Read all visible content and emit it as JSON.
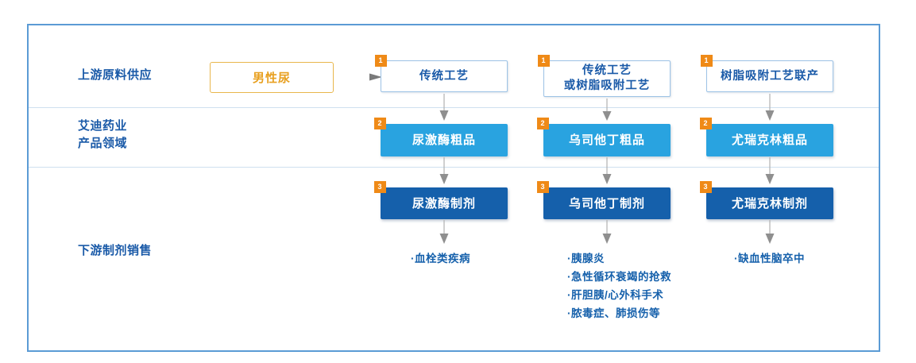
{
  "frame": {
    "accent_blue": "#5b9bd5",
    "divider_color": "#cfe0ef"
  },
  "row_labels": {
    "upstream": "上游原料供应",
    "midstream": "艾迪药业\n产品领域",
    "downstream": "下游制剂销售"
  },
  "source": {
    "label": "男性尿",
    "border_color": "#e8b64c",
    "text_color": "#e8a020"
  },
  "columns": [
    {
      "id": "col-1",
      "process": {
        "badge": "1",
        "label": "传统工艺"
      },
      "crude": {
        "badge": "2",
        "label": "尿激酶粗品"
      },
      "product": {
        "badge": "3",
        "label": "尿激酶制剂"
      },
      "indications": [
        "·血栓类疾病"
      ]
    },
    {
      "id": "col-2",
      "process": {
        "badge": "1",
        "label": "传统工艺\n或树脂吸附工艺"
      },
      "crude": {
        "badge": "2",
        "label": "乌司他丁粗品"
      },
      "product": {
        "badge": "3",
        "label": "乌司他丁制剂"
      },
      "indications": [
        "·胰腺炎",
        "·急性循环衰竭的抢救",
        "·肝胆胰/心外科手术",
        "·脓毒症、肺损伤等"
      ]
    },
    {
      "id": "col-3",
      "process": {
        "badge": "1",
        "label": "树脂吸附工艺联产"
      },
      "crude": {
        "badge": "2",
        "label": "尤瑞克林粗品"
      },
      "product": {
        "badge": "3",
        "label": "尤瑞克林制剂"
      },
      "indications": [
        "·缺血性脑卒中"
      ]
    }
  ],
  "colors": {
    "node_light": "#29a3e0",
    "node_dark": "#1560ab",
    "node_outline_border": "#9dc3e6",
    "badge_orange": "#ef8a17",
    "text_blue": "#1a5aa8",
    "arrow_gray": "#8a8a8a"
  }
}
